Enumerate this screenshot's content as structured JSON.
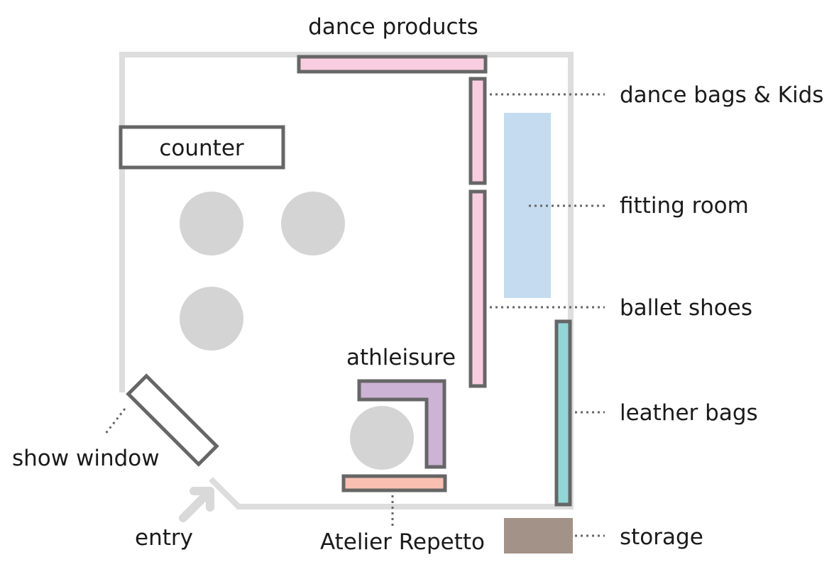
{
  "title": "",
  "colors": {
    "wall": "#dddddd",
    "outline": "#666666",
    "dance_pink": "#f9cde0",
    "fitting_room": "#c5dcf0",
    "leather_teal": "#93d6d8",
    "athleisure_purple": "#cdb3d5",
    "repetto_salmon": "#f9c0b2",
    "storage_brown": "#a39287",
    "table_gray": "#d4d4d4",
    "entry_arrow": "#d9d9d9"
  },
  "icons": {
    "entry": "arrow-up-right-icon",
    "display_table": "circle-shape"
  },
  "labels": {
    "dance_products": "dance products",
    "dance_bags_kids": "dance bags & Kids",
    "counter": "counter",
    "fitting_room": "fitting room",
    "ballet_shoes": "ballet shoes",
    "athleisure": "athleisure",
    "leather_bags": "leather bags",
    "show_window": "show window",
    "entry": "entry",
    "atelier_repetto": "Atelier Repetto",
    "storage": "storage"
  },
  "display_tables": 4
}
